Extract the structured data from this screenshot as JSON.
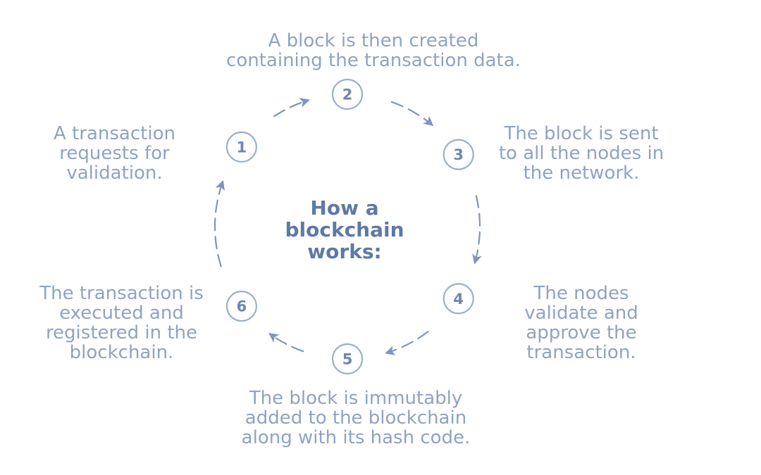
{
  "title": {
    "lines": [
      "How a",
      "blockchain",
      "works:"
    ]
  },
  "colors": {
    "line": "#7f96bb",
    "node_stroke": "#9aafcf",
    "node_text": "#6e86b0",
    "text": "#8fa3c3",
    "title": "#5f79a6"
  },
  "steps": [
    {
      "number": "1",
      "lines": [
        "A transaction",
        "requests for",
        "validation."
      ]
    },
    {
      "number": "2",
      "lines": [
        "A block is then created",
        "containing the transaction data."
      ]
    },
    {
      "number": "3",
      "lines": [
        "The block is sent",
        "to all the nodes in",
        "the network."
      ]
    },
    {
      "number": "4",
      "lines": [
        "The nodes",
        "validate and",
        "approve the",
        "transaction."
      ]
    },
    {
      "number": "5",
      "lines": [
        "The block is immutably",
        "added to the blockchain",
        "along with its hash code."
      ]
    },
    {
      "number": "6",
      "lines": [
        "The transaction is",
        "executed and",
        "registered in the",
        "blockchain."
      ]
    }
  ]
}
